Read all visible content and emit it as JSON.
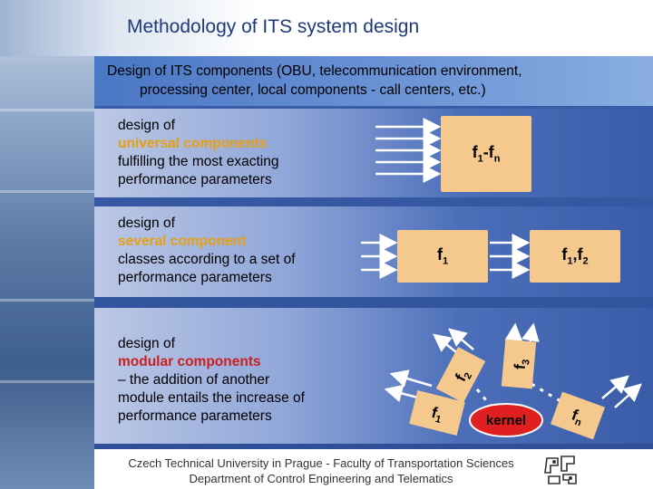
{
  "title": "Methodology of ITS system design",
  "header": {
    "line1": "Design of ITS components (OBU, telecommunication environment,",
    "line2": "processing center, local components - call centers, etc.)"
  },
  "rows": [
    {
      "t1": "design of",
      "hl": "universal components",
      "t2": "fulfilling the most exacting",
      "t3": "performance parameters",
      "box": "f1-fn"
    },
    {
      "t1": "design of",
      "hl": "several component",
      "t2": "classes according to a set of",
      "t3": "performance parameters",
      "box1": "f1",
      "box2": "f1,f2"
    },
    {
      "t1": "design of",
      "hl": "modular components",
      "t2": " – the addition of another",
      "t3": "module entails the increase of",
      "t4": "performance parameters"
    }
  ],
  "modules": {
    "kernel": "kernel",
    "f1": "f1",
    "f2": "f2",
    "f3": "f3",
    "fn": "fn"
  },
  "footer": {
    "line1": "Czech Technical University in Prague - Faculty of Transportation Sciences",
    "line2": "Department of Control Engineering and Telematics"
  },
  "colors": {
    "accent": "#f5c98e",
    "highlight": "#e8a010",
    "kernel": "#e02020",
    "background": "#2f4f99"
  }
}
